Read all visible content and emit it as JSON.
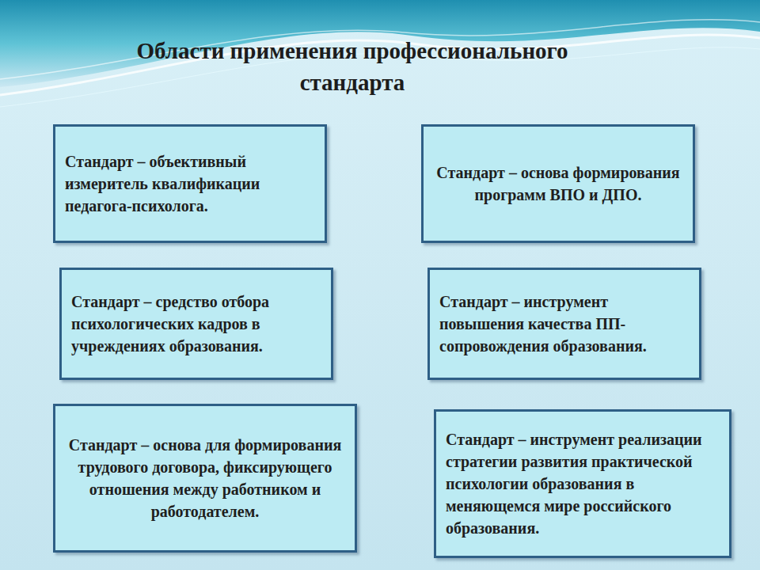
{
  "diagram": {
    "title": "Области применения профессионального стандарта",
    "nodes": [
      {
        "text": [
          "Стандарт – объективный измеритель квалификации педагога-психолога."
        ]
      },
      {
        "text": [
          "Стандарт – основа формирования программ ВПО и ДПО."
        ]
      },
      {
        "text": [
          "Стандарт – средство отбора психологических кадров в учреждениях образования."
        ]
      },
      {
        "text": [
          "Стандарт – инструмент повышения качества ПП- сопровождения образования."
        ]
      },
      {
        "text": [
          "Стандарт – основа для формирования трудового договора, фиксирующего отношения между работником и работодателем."
        ]
      },
      {
        "text": [
          "Стандарт – инструмент реализации стратегии развития практической психологии образования в меняющемся мире российского образования."
        ]
      }
    ]
  }
}
